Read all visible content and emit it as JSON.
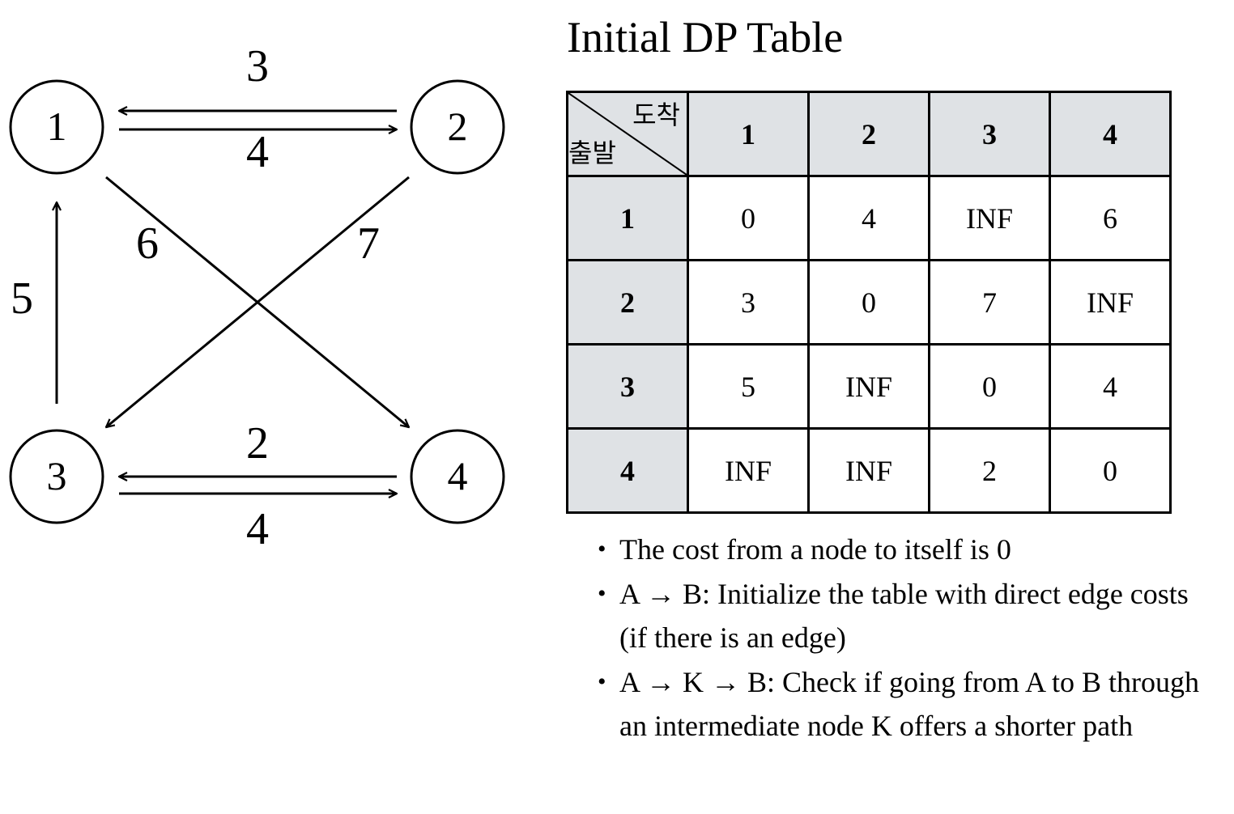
{
  "graph": {
    "nodes": [
      {
        "id": "1",
        "label": "1"
      },
      {
        "id": "2",
        "label": "2"
      },
      {
        "id": "3",
        "label": "3"
      },
      {
        "id": "4",
        "label": "4"
      }
    ],
    "edges": [
      {
        "from": "2",
        "to": "1",
        "weight": "3"
      },
      {
        "from": "1",
        "to": "2",
        "weight": "4"
      },
      {
        "from": "3",
        "to": "1",
        "weight": "5"
      },
      {
        "from": "1",
        "to": "4",
        "weight": "6"
      },
      {
        "from": "2",
        "to": "3",
        "weight": "7"
      },
      {
        "from": "4",
        "to": "3",
        "weight": "2"
      },
      {
        "from": "3",
        "to": "4",
        "weight": "4"
      }
    ]
  },
  "title": "Initial DP Table",
  "table": {
    "corner_to": "도착",
    "corner_from": "출발",
    "columns": [
      "1",
      "2",
      "3",
      "4"
    ],
    "rows": [
      {
        "label": "1",
        "cells": [
          "0",
          "4",
          "INF",
          "6"
        ]
      },
      {
        "label": "2",
        "cells": [
          "3",
          "0",
          "7",
          "INF"
        ]
      },
      {
        "label": "3",
        "cells": [
          "5",
          "INF",
          "0",
          "4"
        ]
      },
      {
        "label": "4",
        "cells": [
          "INF",
          "INF",
          "2",
          "0"
        ]
      }
    ]
  },
  "notes": [
    "The cost from a node to itself is 0",
    "A → B: Initialize the table with direct edge costs (if there is an edge)",
    "A → K → B: Check if going from A to B through an intermediate node K offers a shorter path"
  ]
}
